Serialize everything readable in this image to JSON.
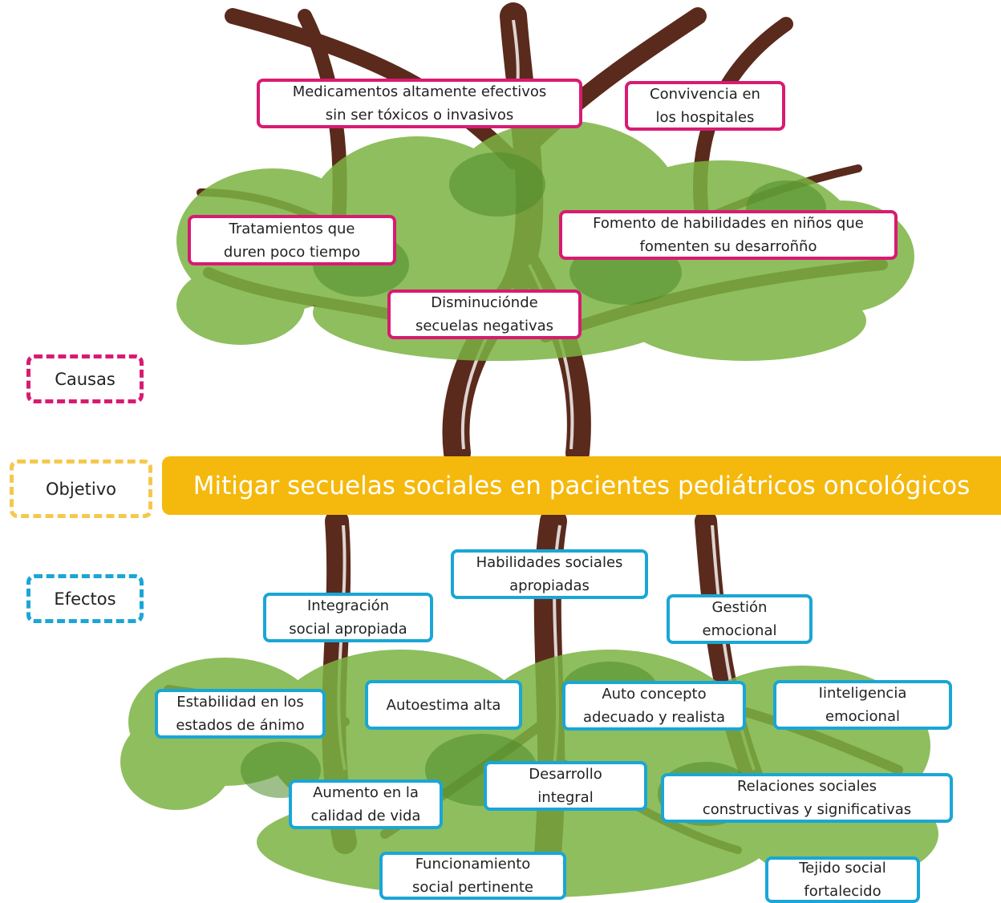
{
  "legend": {
    "causes_label": "Causas",
    "objective_label": "Objetivo",
    "effects_label": "Efectos"
  },
  "objective": "Mitigar secuelas sociales en pacientes pediátricos oncológicos",
  "colors": {
    "causes": "#d81b72",
    "objective": "#f5b80c",
    "effects": "#1aa6d6",
    "trunk": "#5a2a1c",
    "foliage": "#7cb342"
  },
  "causes": [
    {
      "line1": "Medicamentos altamente efectivos",
      "line2": "sin ser tóxicos o invasivos"
    },
    {
      "line1": "Convivencia en",
      "line2": "los hospitales"
    },
    {
      "line1": "Tratamientos que",
      "line2": "duren poco tiempo"
    },
    {
      "line1": "Fomento de habilidades en niños que",
      "line2": "fomenten su desarroñño"
    },
    {
      "line1": "Disminuciónde",
      "line2": "secuelas negativas"
    }
  ],
  "effects": [
    {
      "line1": "Habilidades sociales",
      "line2": "apropiadas"
    },
    {
      "line1": "Integración",
      "line2": "social apropiada"
    },
    {
      "line1": "Gestión",
      "line2": "emocional"
    },
    {
      "line1": "Estabilidad en los",
      "line2": "estados de ánimo"
    },
    {
      "line1": "Autoestima alta",
      "line2": ""
    },
    {
      "line1": "Auto concepto",
      "line2": "adecuado y realista"
    },
    {
      "line1": "Iinteligencia",
      "line2": "emocional"
    },
    {
      "line1": "Desarrollo",
      "line2": "integral"
    },
    {
      "line1": "Aumento en la",
      "line2": "calidad de vida"
    },
    {
      "line1": "Relaciones sociales",
      "line2": "constructivas y significativas"
    },
    {
      "line1": "Funcionamiento",
      "line2": "social pertinente"
    },
    {
      "line1": "Tejido social",
      "line2": "fortalecido"
    }
  ]
}
